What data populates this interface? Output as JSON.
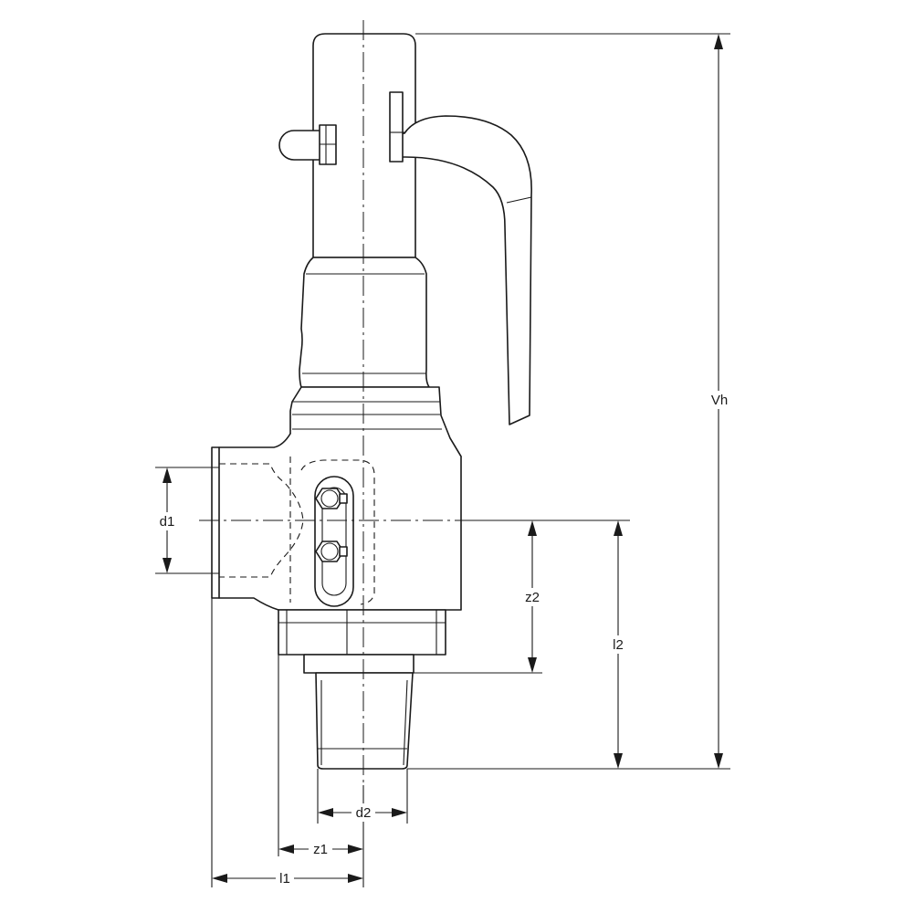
{
  "drawing": {
    "dimensions": {
      "vh": "Vh",
      "d1": "d1",
      "z2": "z2",
      "l2": "l2",
      "d2": "d2",
      "z1": "z1",
      "l1": "l1"
    },
    "line_color": "#1a1a1a",
    "background": "#ffffff"
  }
}
